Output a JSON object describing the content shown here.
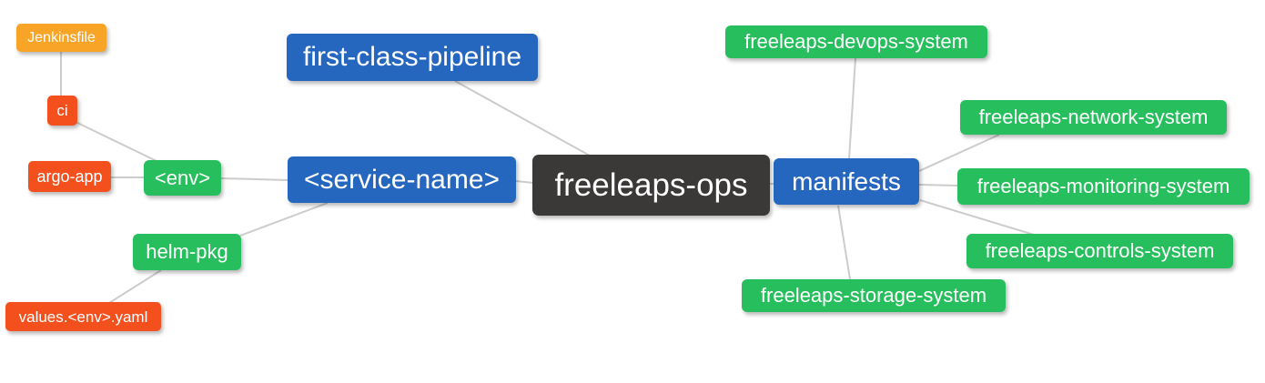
{
  "diagram": {
    "type": "mindmap",
    "root": "freeleaps_ops",
    "nodes": {
      "jenkinsfile": {
        "label": "Jenkinsfile",
        "color_role": "orange"
      },
      "ci": {
        "label": "ci",
        "color_role": "red"
      },
      "argo_app": {
        "label": "argo-app",
        "color_role": "red"
      },
      "env": {
        "label": "<env>",
        "color_role": "green"
      },
      "first_class_pipeline": {
        "label": "first-class-pipeline",
        "color_role": "blue"
      },
      "service_name": {
        "label": "<service-name>",
        "color_role": "blue"
      },
      "helm_pkg": {
        "label": "helm-pkg",
        "color_role": "green"
      },
      "values_env_yaml": {
        "label": "values.<env>.yaml",
        "color_role": "red"
      },
      "freeleaps_ops": {
        "label": "freeleaps-ops",
        "color_role": "dark"
      },
      "manifests": {
        "label": "manifests",
        "color_role": "blue"
      },
      "devops_system": {
        "label": "freeleaps-devops-system",
        "color_role": "green"
      },
      "network_system": {
        "label": "freeleaps-network-system",
        "color_role": "green"
      },
      "monitoring_system": {
        "label": "freeleaps-monitoring-system",
        "color_role": "green"
      },
      "controls_system": {
        "label": "freeleaps-controls-system",
        "color_role": "green"
      },
      "storage_system": {
        "label": "freeleaps-storage-system",
        "color_role": "green"
      }
    },
    "edges": [
      {
        "from": "jenkinsfile",
        "to": "ci"
      },
      {
        "from": "ci",
        "to": "env"
      },
      {
        "from": "argo_app",
        "to": "env"
      },
      {
        "from": "env",
        "to": "service_name"
      },
      {
        "from": "first_class_pipeline",
        "to": "freeleaps_ops"
      },
      {
        "from": "service_name",
        "to": "freeleaps_ops"
      },
      {
        "from": "helm_pkg",
        "to": "service_name"
      },
      {
        "from": "values_env_yaml",
        "to": "helm_pkg"
      },
      {
        "from": "freeleaps_ops",
        "to": "manifests"
      },
      {
        "from": "manifests",
        "to": "devops_system"
      },
      {
        "from": "manifests",
        "to": "network_system"
      },
      {
        "from": "manifests",
        "to": "monitoring_system"
      },
      {
        "from": "manifests",
        "to": "controls_system"
      },
      {
        "from": "manifests",
        "to": "storage_system"
      }
    ],
    "colors": {
      "blue": "#2567BE",
      "green": "#27BF5D",
      "orange": "#F7A427",
      "red": "#F4501E",
      "dark": "#3B3838",
      "edge": "#CCCCCC",
      "text": "#FFFFFF",
      "background": "#FFFFFF"
    }
  }
}
